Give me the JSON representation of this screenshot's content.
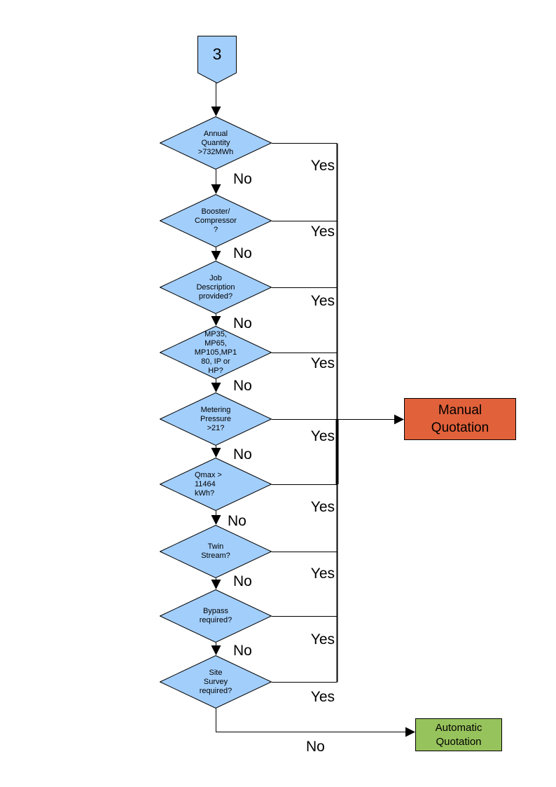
{
  "page": {
    "background_color": "#FFFFFF",
    "type": "flowchart-page"
  },
  "connector": {
    "label": "3",
    "fill_color": "#A2CEFB"
  },
  "decisions": [
    {
      "label": "Annual\nQuantity\n>732MWh",
      "yes_target": "Manual Quotation",
      "no_target": "Booster/Compressor ?"
    },
    {
      "label": "Booster/\nCompressor\n?",
      "yes_target": "Manual Quotation",
      "no_target": "Job Description provided?"
    },
    {
      "label": "Job\nDescription\nprovided?",
      "yes_target": "Manual Quotation",
      "no_target": "MP35, MP65, MP105,MP180, IP or HP?"
    },
    {
      "label": "MP35,\nMP65,\nMP105,MP1\n80, IP or\nHP?",
      "yes_target": "Manual Quotation",
      "no_target": "Metering Pressure >21?"
    },
    {
      "label": "Metering\nPressure\n>21?",
      "yes_target": "Manual Quotation",
      "no_target": "Qmax > 11464 kWh?"
    },
    {
      "label": "Qmax >\n11464\nkWh?",
      "yes_target": "Manual Quotation",
      "no_target": "Twin Stream?"
    },
    {
      "label": "Twin\nStream?",
      "yes_target": "Manual Quotation",
      "no_target": "Bypass required?"
    },
    {
      "label": "Bypass\nrequired?",
      "yes_target": "Manual Quotation",
      "no_target": "Site Survey required?"
    },
    {
      "label": "Site\nSurvey\nrequired?",
      "yes_target": "Manual Quotation",
      "no_target": "Automatic Quotation"
    }
  ],
  "branch_labels": {
    "yes": "Yes",
    "no": "No"
  },
  "outcomes": {
    "manual": {
      "label": "Manual\nQuotation",
      "fill_color": "#E1613B"
    },
    "automatic": {
      "label": "Automatic\nQuotation",
      "fill_color": "#97C35C"
    }
  },
  "colors": {
    "decision_fill": "#A2CEFB",
    "line": "#000000",
    "text": "#000000"
  }
}
